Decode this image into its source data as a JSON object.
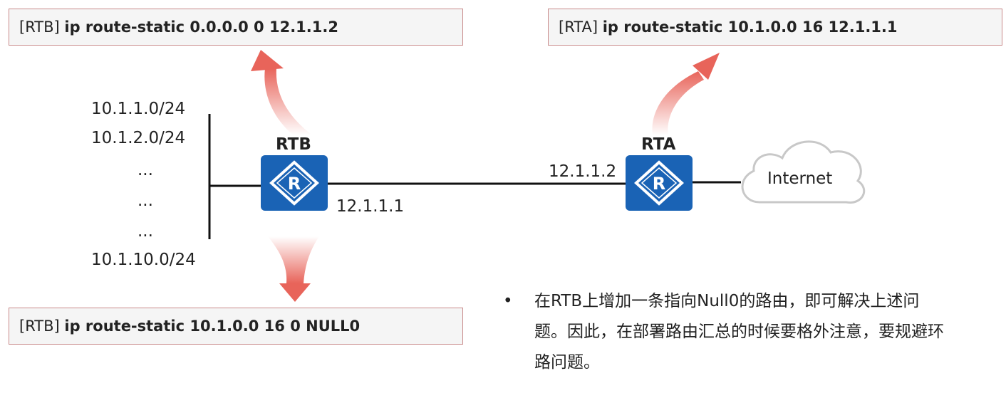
{
  "commands": {
    "top_left": {
      "prompt": "[RTB]",
      "code": "ip route-static 0.0.0.0 0 12.1.1.2"
    },
    "top_right": {
      "prompt": "[RTA]",
      "code": "ip route-static 10.1.0.0 16 12.1.1.1"
    },
    "bottom": {
      "prompt": "[RTB]",
      "code": "ip route-static 10.1.0.0 16 0 NULL0"
    }
  },
  "networks": [
    "10.1.1.0/24",
    "10.1.2.0/24",
    "...",
    "...",
    "...",
    "10.1.10.0/24"
  ],
  "routers": {
    "rtb": {
      "name": "RTB",
      "ip": "12.1.1.1"
    },
    "rta": {
      "name": "RTA",
      "ip": "12.1.1.2"
    }
  },
  "cloud_label": "Internet",
  "note": {
    "bullet": "•",
    "text": "在RTB上增加一条指向Null0的路由，即可解决上述问题。因此，在部署路由汇总的时候要格外注意，要规避环路问题。"
  },
  "colors": {
    "router_fill": "#1a63b5",
    "arrow": "#e8645a",
    "command_border": "#c98a8a",
    "command_bg": "#f5f5f5"
  }
}
